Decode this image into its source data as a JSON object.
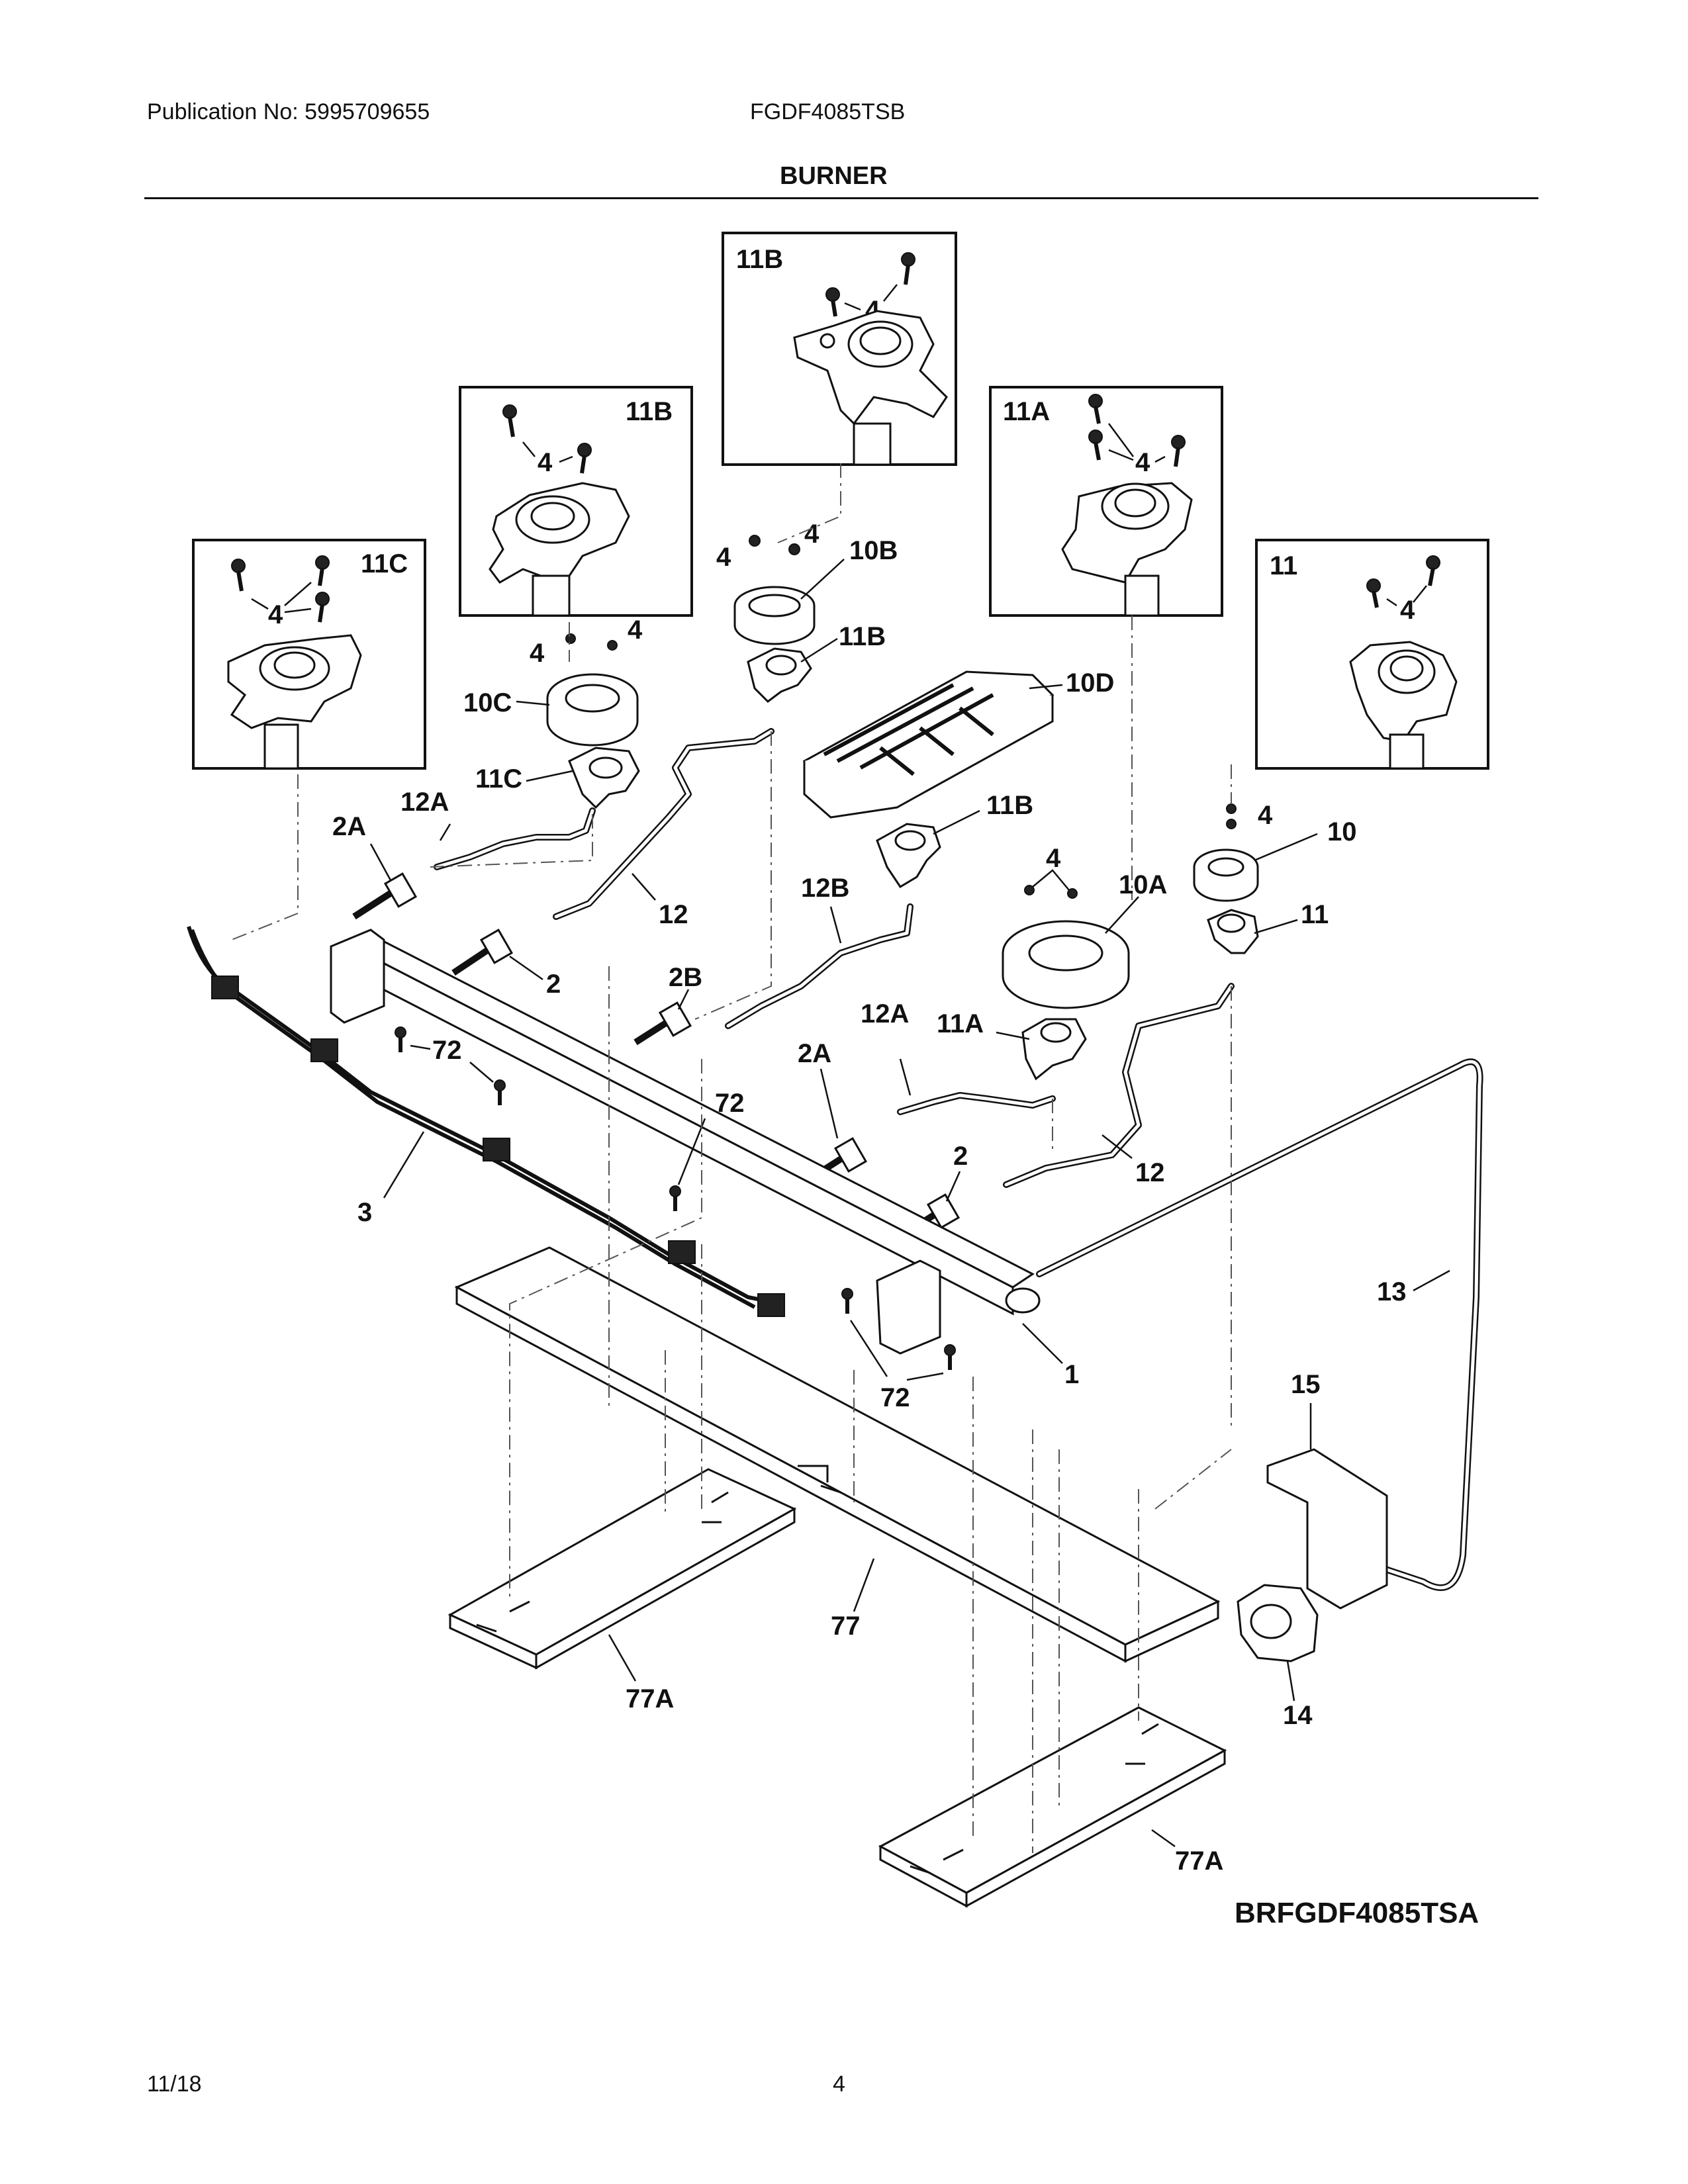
{
  "header": {
    "publication_label": "Publication No: 5995709655",
    "model": "FGDF4085TSB",
    "section_title": "BURNER"
  },
  "footer": {
    "date": "11/18",
    "page": "4"
  },
  "diagram_code": "BRFGDF4085TSA",
  "callouts": {
    "inset_11b_top": "11B",
    "inset_11b_left": "11B",
    "inset_11a": "11A",
    "inset_11c": "11C",
    "inset_11": "11",
    "screw_4": "4",
    "cap_10b": "10B",
    "base_11b": "11B",
    "cap_10c": "10C",
    "cap_10d": "10D",
    "base_11c": "11C",
    "base_11b_2": "11B",
    "cap_10": "10",
    "cap_10a": "10A",
    "base_11": "11",
    "base_11a": "11A",
    "valve_2a": "2A",
    "valve_2a_2": "2A",
    "valve_2": "2",
    "valve_2_2": "2",
    "valve_2b": "2B",
    "tube_12a": "12A",
    "tube_12a_2": "12A",
    "tube_12": "12",
    "tube_12_2": "12",
    "tube_12b": "12B",
    "screw_72": "72",
    "screw_72_2": "72",
    "screw_72_3": "72",
    "harness_3": "3",
    "manifold_1": "1",
    "tube_13": "13",
    "bracket_15": "15",
    "regulator_14": "14",
    "shield_77": "77",
    "bracket_77a": "77A",
    "bracket_77a_2": "77A"
  }
}
